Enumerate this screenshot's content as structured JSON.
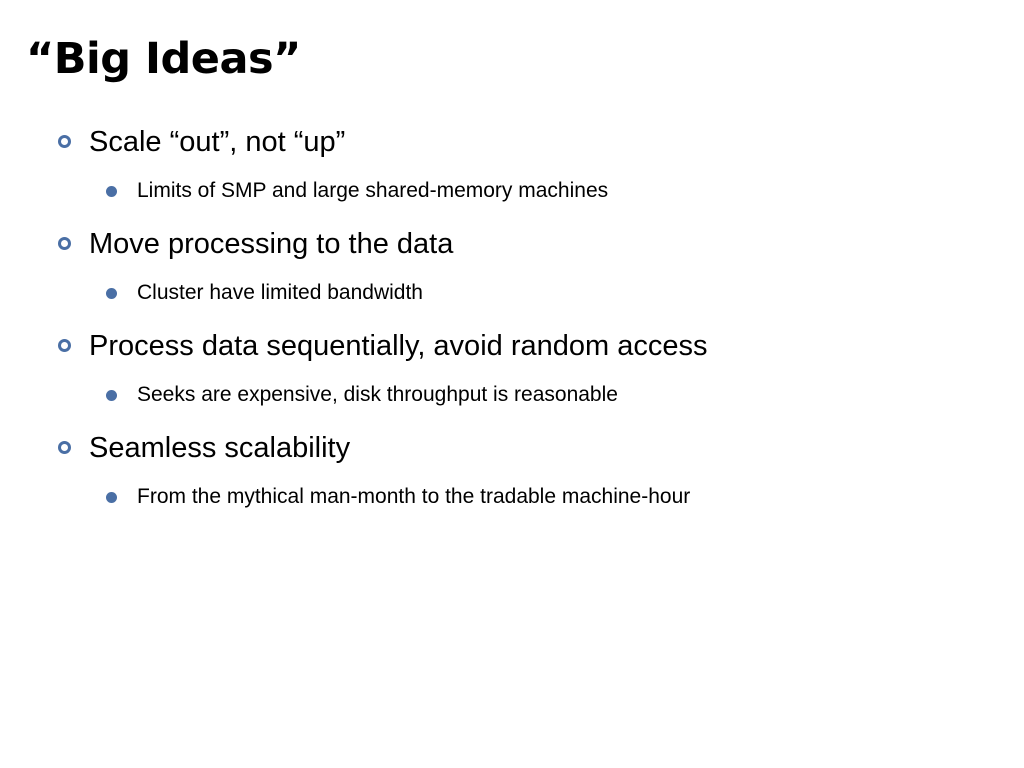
{
  "slide": {
    "title": "“Big Ideas”",
    "background_color": "#ffffff",
    "text_color": "#000000",
    "bullet_color": "#4a6fa5",
    "groups": [
      {
        "level1": "Scale “out”, not “up”",
        "level2": "Limits of SMP and large shared-memory machines"
      },
      {
        "level1": "Move processing to the data",
        "level2": "Cluster have limited bandwidth"
      },
      {
        "level1": "Process data sequentially, avoid random access",
        "level2": "Seeks are expensive, disk throughput is reasonable"
      },
      {
        "level1": "Seamless scalability",
        "level2": "From the mythical man-month to the tradable machine-hour"
      }
    ]
  }
}
